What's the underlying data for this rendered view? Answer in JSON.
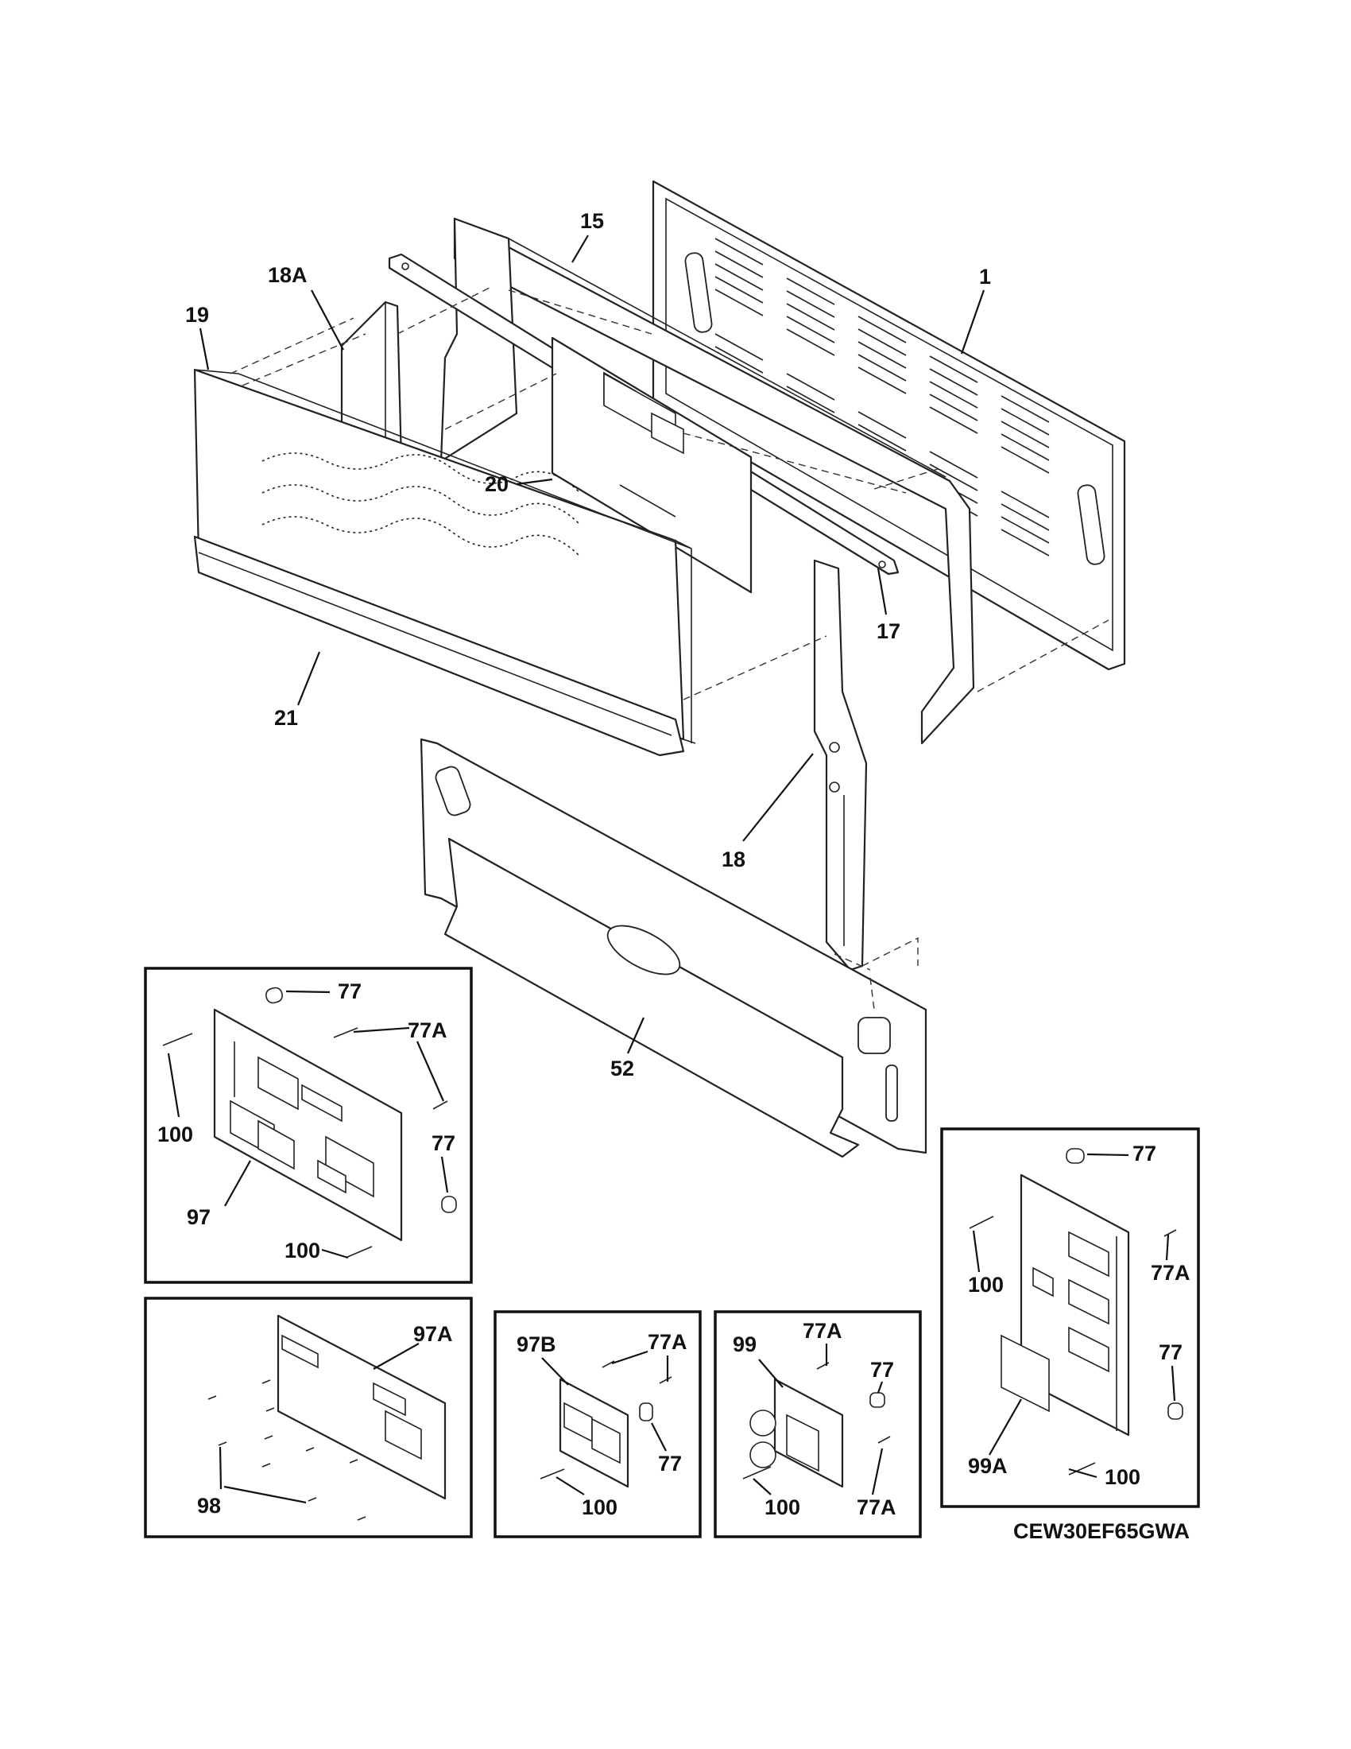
{
  "model_number": "CEW30EF65GWA",
  "callouts": {
    "c1": "1",
    "c15": "15",
    "c17": "17",
    "c18": "18",
    "c18a": "18A",
    "c19": "19",
    "c20": "20",
    "c21": "21",
    "c52": "52",
    "inset_a": {
      "c77_top": "77",
      "c77a": "77A",
      "c100_left": "100",
      "c77_right": "77",
      "c97": "97",
      "c100_bottom": "100"
    },
    "inset_b": {
      "c97a": "97A",
      "c98": "98"
    },
    "inset_c": {
      "c97b": "97B",
      "c77a": "77A",
      "c77": "77",
      "c100": "100"
    },
    "inset_d": {
      "c99": "99",
      "c77a_top": "77A",
      "c77": "77",
      "c100": "100",
      "c77a_bottom": "77A"
    },
    "inset_e": {
      "c77_top": "77",
      "c100_left": "100",
      "c77a": "77A",
      "c77_right": "77",
      "c99a": "99A",
      "c100_bottom": "100"
    }
  }
}
